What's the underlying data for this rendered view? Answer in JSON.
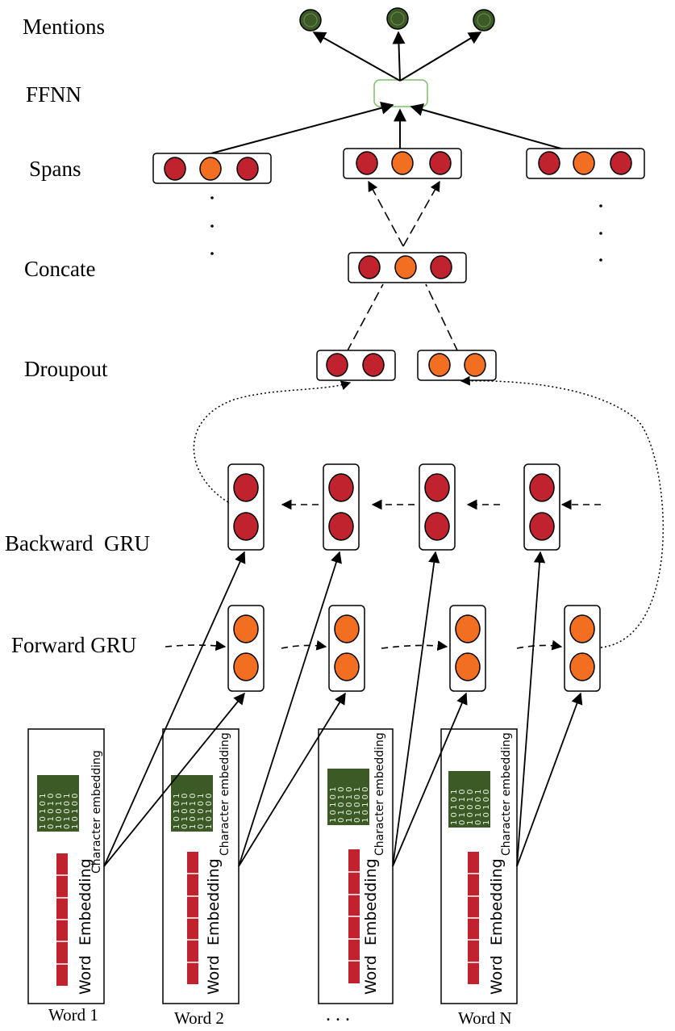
{
  "layers": {
    "mentions": "Mentions",
    "ffnn": "FFNN",
    "spans": "Spans",
    "concate": "Concate",
    "dropout": "Droupout",
    "backward_gru": "Backward  GRU",
    "forward_gru": "Forward GRU"
  },
  "words": [
    {
      "label": "Word 1",
      "character_embedding": "Character embedding",
      "word_embedding": "Word  Embedding",
      "char_rows": [
        "1 0 1 0 1",
        "0 1 0 1 0",
        "1 0 0 1 0",
        "0 1 0 0 1",
        "1 0 1 0 0"
      ]
    },
    {
      "label": "Word 2",
      "character_embedding": "Character embedding",
      "word_embedding": "Word  Embedding",
      "char_rows": [
        "1 0 1 0 1",
        "0 1 0 1 0",
        "1 0 0 1 0",
        "0 1 0 0 1",
        "1 0 1 0 0"
      ]
    },
    {
      "label": "",
      "character_embedding": "Character embedding",
      "word_embedding": "Word  Embedding",
      "char_rows": [
        "1 0 1 0 1",
        "0 1 0 1 0",
        "1 0 0 1 0",
        "0 1 0 0 1",
        "1 0 1 0 0"
      ]
    },
    {
      "label": "Word N",
      "character_embedding": "Character embedding",
      "word_embedding": "Word  Embedding",
      "char_rows": [
        "1 0 1 0 1",
        "0 1 0 1 0",
        "1 0 0 1 0",
        "0 1 0 0 1",
        "1 0 1 0 0"
      ]
    }
  ],
  "ellipsis_words": ". . .",
  "colors": {
    "red": "#c0232e",
    "orange": "#f26f22",
    "green": "#3b5a26",
    "ffnn_border": "#7fbf6a",
    "line": "#000000"
  }
}
